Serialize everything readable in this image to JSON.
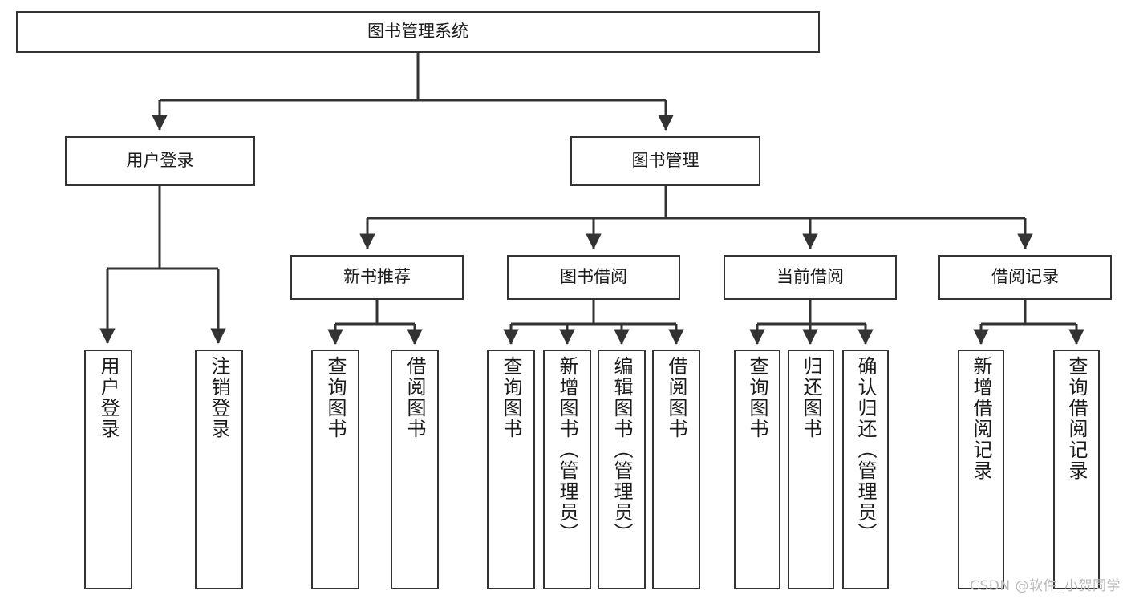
{
  "diagram": {
    "title": "图书管理系统",
    "watermark": "CSDN @软件_小贺同学",
    "colors": {
      "box_border": "#333333",
      "box_fill": "#ffffff",
      "connector": "#333333",
      "text": "#1a1a1a",
      "watermark": "#b9b9b9",
      "background": "#ffffff"
    }
  },
  "chart_data": {
    "type": "diagram",
    "subtype": "tree-hierarchy",
    "title": "图书管理系统",
    "orientation": "top-down",
    "nodes": [
      {
        "id": "root",
        "label": "图书管理系统",
        "level": 0,
        "parent": null,
        "text_orientation": "horizontal"
      },
      {
        "id": "user_login",
        "label": "用户登录",
        "level": 1,
        "parent": "root",
        "text_orientation": "horizontal"
      },
      {
        "id": "book_mgmt",
        "label": "图书管理",
        "level": 1,
        "parent": "root",
        "text_orientation": "horizontal"
      },
      {
        "id": "new_book_rec",
        "label": "新书推荐",
        "level": 2,
        "parent": "book_mgmt",
        "text_orientation": "horizontal"
      },
      {
        "id": "book_borrow",
        "label": "图书借阅",
        "level": 2,
        "parent": "book_mgmt",
        "text_orientation": "horizontal"
      },
      {
        "id": "current_borrow",
        "label": "当前借阅",
        "level": 2,
        "parent": "book_mgmt",
        "text_orientation": "horizontal"
      },
      {
        "id": "borrow_record",
        "label": "借阅记录",
        "level": 2,
        "parent": "book_mgmt",
        "text_orientation": "horizontal"
      },
      {
        "id": "leaf_1",
        "label": "用户登录",
        "level": 2,
        "parent": "user_login",
        "text_orientation": "vertical"
      },
      {
        "id": "leaf_2",
        "label": "注销登录",
        "level": 2,
        "parent": "user_login",
        "text_orientation": "vertical"
      },
      {
        "id": "leaf_3",
        "label": "查询图书",
        "level": 3,
        "parent": "new_book_rec",
        "text_orientation": "vertical"
      },
      {
        "id": "leaf_4",
        "label": "借阅图书",
        "level": 3,
        "parent": "new_book_rec",
        "text_orientation": "vertical"
      },
      {
        "id": "leaf_5",
        "label": "查询图书",
        "level": 3,
        "parent": "book_borrow",
        "text_orientation": "vertical"
      },
      {
        "id": "leaf_6",
        "label": "新增图书（管理员）",
        "level": 3,
        "parent": "book_borrow",
        "text_orientation": "vertical"
      },
      {
        "id": "leaf_7",
        "label": "编辑图书（管理员）",
        "level": 3,
        "parent": "book_borrow",
        "text_orientation": "vertical"
      },
      {
        "id": "leaf_8",
        "label": "借阅图书",
        "level": 3,
        "parent": "book_borrow",
        "text_orientation": "vertical"
      },
      {
        "id": "leaf_9",
        "label": "查询图书",
        "level": 3,
        "parent": "current_borrow",
        "text_orientation": "vertical"
      },
      {
        "id": "leaf_10",
        "label": "归还图书",
        "level": 3,
        "parent": "current_borrow",
        "text_orientation": "vertical"
      },
      {
        "id": "leaf_11",
        "label": "确认归还（管理员）",
        "level": 3,
        "parent": "current_borrow",
        "text_orientation": "vertical"
      },
      {
        "id": "leaf_12",
        "label": "新增借阅记录",
        "level": 3,
        "parent": "borrow_record",
        "text_orientation": "vertical"
      },
      {
        "id": "leaf_13",
        "label": "查询借阅记录",
        "level": 3,
        "parent": "borrow_record",
        "text_orientation": "vertical"
      }
    ],
    "edges": [
      {
        "from": "root",
        "to": "user_login"
      },
      {
        "from": "root",
        "to": "book_mgmt"
      },
      {
        "from": "book_mgmt",
        "to": "new_book_rec"
      },
      {
        "from": "book_mgmt",
        "to": "book_borrow"
      },
      {
        "from": "book_mgmt",
        "to": "current_borrow"
      },
      {
        "from": "book_mgmt",
        "to": "borrow_record"
      },
      {
        "from": "user_login",
        "to": "leaf_1"
      },
      {
        "from": "user_login",
        "to": "leaf_2"
      },
      {
        "from": "new_book_rec",
        "to": "leaf_3"
      },
      {
        "from": "new_book_rec",
        "to": "leaf_4"
      },
      {
        "from": "book_borrow",
        "to": "leaf_5"
      },
      {
        "from": "book_borrow",
        "to": "leaf_6"
      },
      {
        "from": "book_borrow",
        "to": "leaf_7"
      },
      {
        "from": "book_borrow",
        "to": "leaf_8"
      },
      {
        "from": "current_borrow",
        "to": "leaf_9"
      },
      {
        "from": "current_borrow",
        "to": "leaf_10"
      },
      {
        "from": "current_borrow",
        "to": "leaf_11"
      },
      {
        "from": "borrow_record",
        "to": "leaf_12"
      },
      {
        "from": "borrow_record",
        "to": "leaf_13"
      }
    ]
  }
}
